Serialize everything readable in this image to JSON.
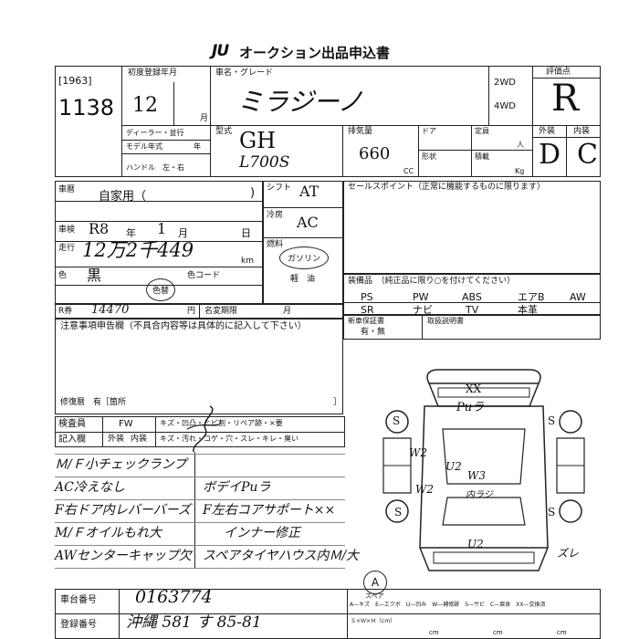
{
  "header": {
    "logo": "JU",
    "title": "オークション出品申込書"
  },
  "top": {
    "lot_code": "[1963]",
    "lot_number": "1138",
    "first_reg_label": "初度登録年月",
    "first_reg_value": "12",
    "month_label": "月",
    "car_name_label": "車名・グレード",
    "car_name_value": "ミラジーノ",
    "drive_2wd": "2WD",
    "drive_4wd": "4WD",
    "rating_label": "評価点",
    "rating_value": "R",
    "dealer_label": "ディーラー・並行",
    "model_year_label": "モデル年式",
    "year_label": "年",
    "handle_label": "ハンドル　左・右",
    "model_label": "型式",
    "model_value1": "GH",
    "model_value2": "L700S",
    "displacement_label": "排気量",
    "displacement_value": "660",
    "cc_label": "CC",
    "door_label": "ドア",
    "shape_label": "形状",
    "capacity_label": "定員",
    "person_label": "人",
    "load_label": "積載",
    "kg_label": "Kg",
    "ext_label": "外装",
    "int_label": "内装",
    "ext_value": "D",
    "int_value": "C"
  },
  "mid": {
    "history_label": "車暦",
    "history_value": "自家用（",
    "inspection_label": "車検",
    "inspection_value": "R8",
    "year_char": "年",
    "inspection_month": "1",
    "month_char": "月",
    "day_char": "日",
    "mileage_label": "走行",
    "mileage_value": "12万2千449",
    "km_label": "km",
    "color_label": "色",
    "color_value": "黒",
    "color_change": "色替",
    "color_code_label": "色コード",
    "recycle_label": "R券",
    "recycle_value": "14470",
    "recycle_yen": "円",
    "title_change_label": "名変期限",
    "title_change_month": "月",
    "shift_label": "シフト",
    "shift_value": "AT",
    "ac_label": "冷房",
    "ac_value": "AC",
    "fuel_label": "燃料",
    "fuel_gas": "ガソリン",
    "fuel_diesel": "軽　油",
    "sales_point_label": "セールスポイント（正常に機能するものに限ります）",
    "equipment_label": "装備品　（純正品に限り○を付けてください）",
    "equip_row1": [
      "PS",
      "PW",
      "ABS",
      "エアB",
      "AW"
    ],
    "equip_row2": [
      "SR",
      "ナビ",
      "TV",
      "本革"
    ],
    "notes_label": "注意事項申告欄（不具合内容等は具体的に記入して下さい）",
    "repair_label": "修復暦　有［箇所",
    "repair_close": "］",
    "new_car_warranty": "新車保証書",
    "warranty_options": "有・無",
    "manual_label": "取扱説明書"
  },
  "inspection": {
    "inspector_label": "検査員",
    "recorder_label": "記入欄",
    "fw": "FW",
    "ext_short": "外装",
    "int_short": "内装",
    "ext_marks": "キズ・凹凸・ヒビ割・リペア跡・×要",
    "int_marks": "キズ・汚れ・コゲ・穴・スレ・キレ・臭い"
  },
  "remarks": {
    "left": [
      "Ｍ/Ｆ小チェックランプ",
      "AC冷えなし",
      "F右ドア内レバーバーズ",
      "M/Ｆオイルもれ大",
      "AWセンターキャップ欠"
    ],
    "right": [
      "ボデイPuラ",
      "F左右コアサポート××",
      "インナー修正",
      "スペアタイヤハウス内Ｍ/大"
    ]
  },
  "diagram": {
    "marks": [
      "XX",
      "Puラ",
      "S",
      "W2",
      "U2",
      "W3",
      "内ラジ",
      "U2",
      "ズレ",
      "S",
      "S",
      "W2",
      "S"
    ],
    "spare_label": "スペア"
  },
  "bottom": {
    "frame_label": "車台番号",
    "frame_value": "0163774",
    "reg_label": "登録番号",
    "reg_value": "沖縄 581 す 85-81",
    "legend": "A—キズ　E—エクボ　U—凹み　W—補修跡　S—サビ　C—腐食　XX—交換済",
    "measure_label": "Ｓ×Ｗ×Ｈ（cm）",
    "cm": "cm"
  }
}
